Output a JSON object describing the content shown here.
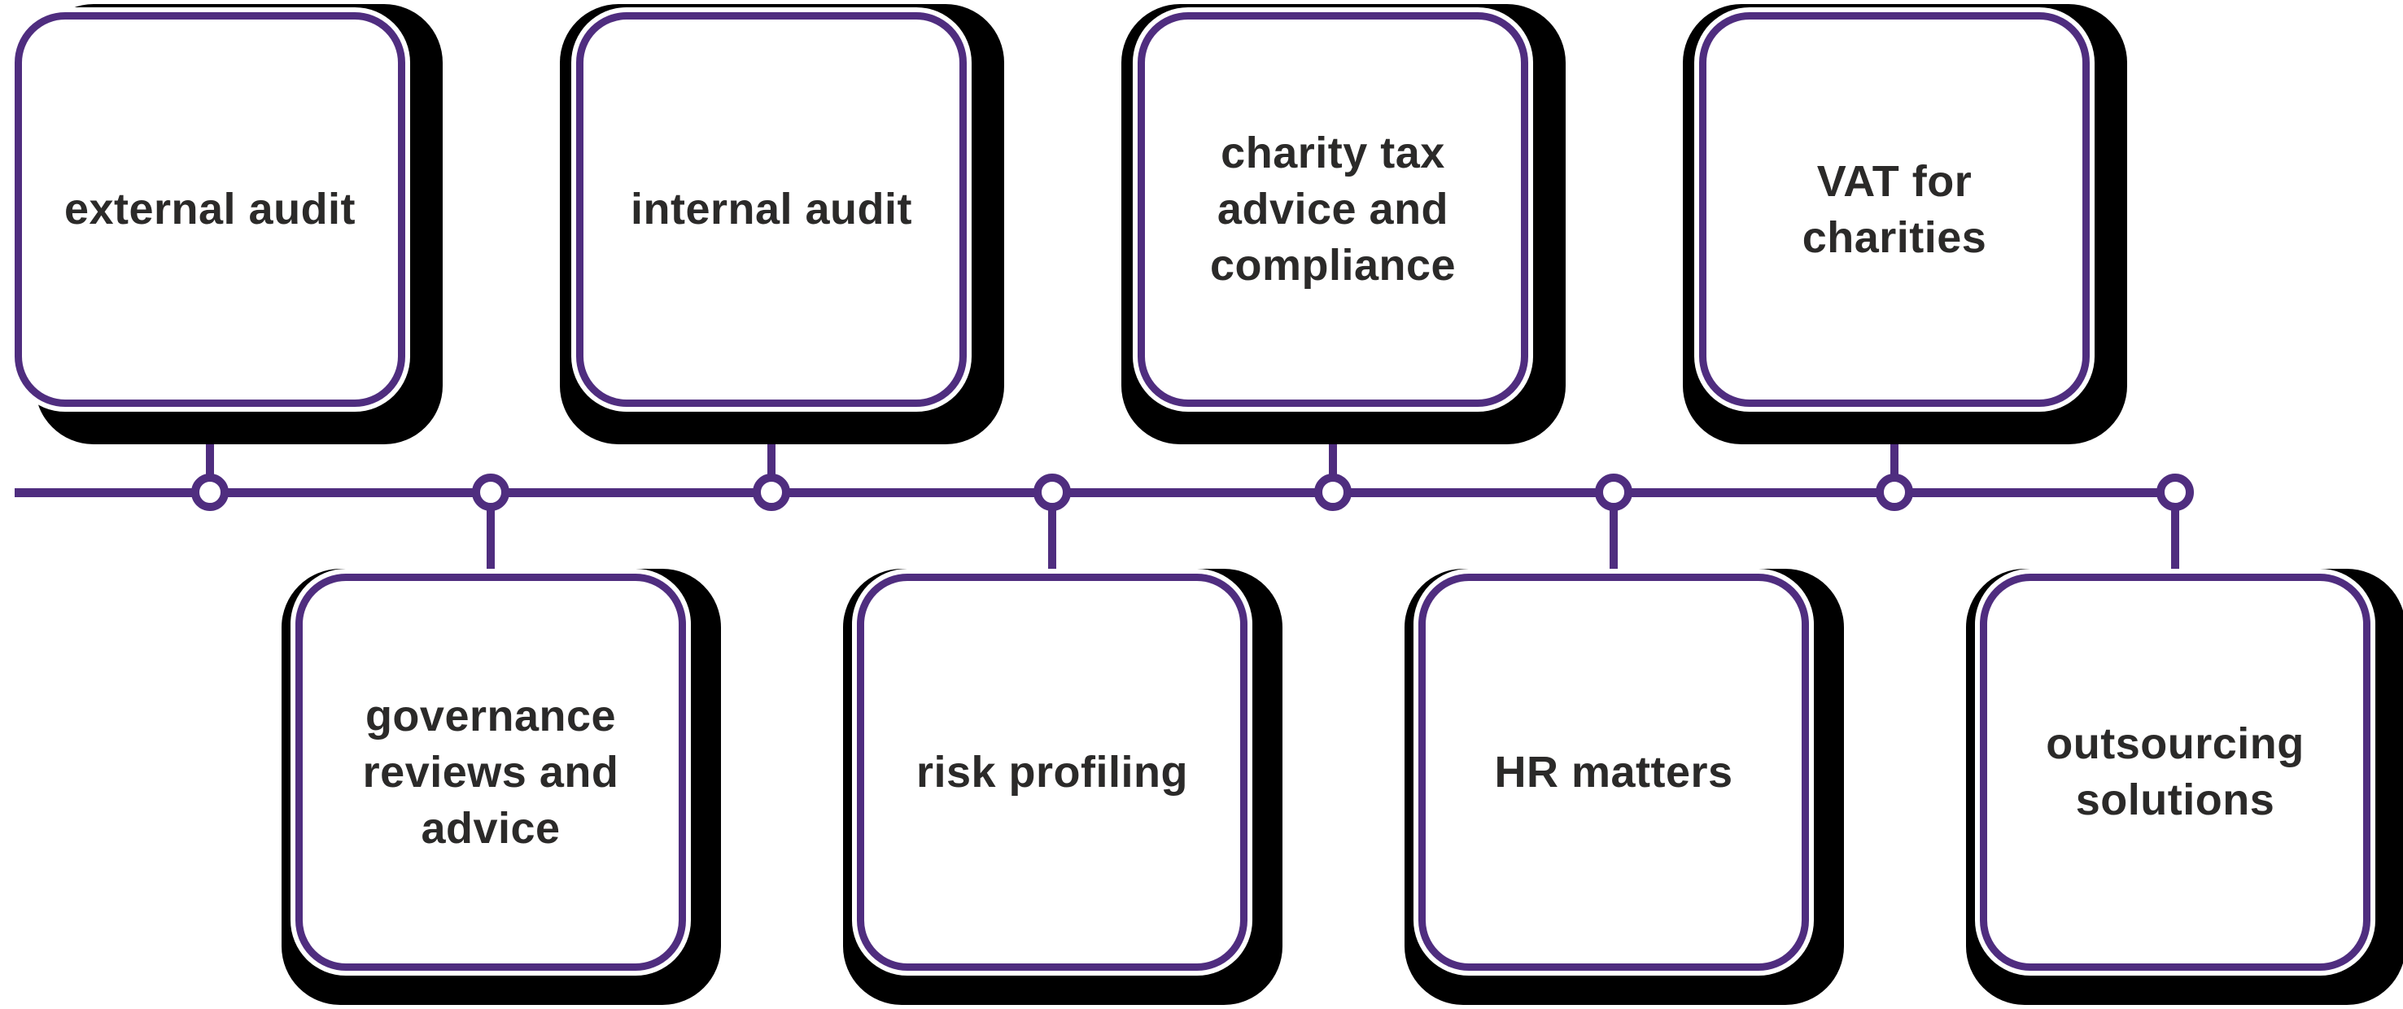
{
  "colors": {
    "accent": "#4F2D7F",
    "shadow": "#000000",
    "text": "#2B2A29",
    "background": "#FFFFFF"
  },
  "timeline": {
    "orientation": "horizontal",
    "node_count": 8
  },
  "services": {
    "top": [
      {
        "label": "external audit"
      },
      {
        "label": "internal audit"
      },
      {
        "label": "charity tax\nadvice and\ncompliance"
      },
      {
        "label": "VAT for\ncharities"
      }
    ],
    "bottom": [
      {
        "label": "governance\nreviews and\nadvice"
      },
      {
        "label": "risk profiling"
      },
      {
        "label": "HR matters"
      },
      {
        "label": "outsourcing\nsolutions"
      }
    ]
  }
}
